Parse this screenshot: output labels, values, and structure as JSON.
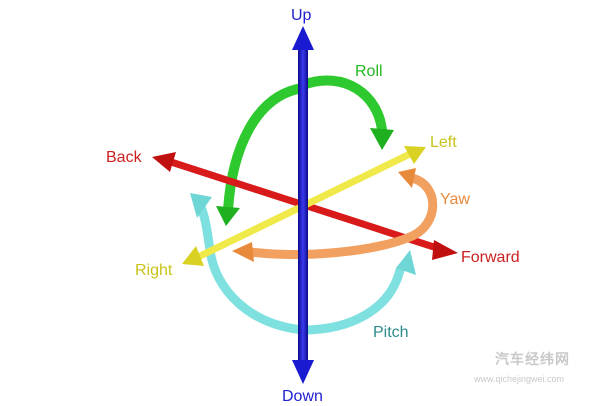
{
  "diagram": {
    "axes": [
      {
        "key": "up",
        "label": "Up",
        "color": "#1f1fcf"
      },
      {
        "key": "down",
        "label": "Down",
        "color": "#1f1fcf"
      },
      {
        "key": "back",
        "label": "Back",
        "color": "#cc1f1f"
      },
      {
        "key": "forward",
        "label": "Forward",
        "color": "#cc1f1f"
      },
      {
        "key": "left",
        "label": "Left",
        "color": "#c8c41a"
      },
      {
        "key": "right",
        "label": "Right",
        "color": "#c8c41a"
      }
    ],
    "rotations": [
      {
        "key": "roll",
        "label": "Roll",
        "color": "#22b822"
      },
      {
        "key": "yaw",
        "label": "Yaw",
        "color": "#e88a3c"
      },
      {
        "key": "pitch",
        "label": "Pitch",
        "color": "#2e8c8c"
      }
    ]
  },
  "watermark": {
    "line1": "汽车经纬网",
    "line2": "www.qichejingwei.com",
    "color": "#c9c9c9"
  }
}
